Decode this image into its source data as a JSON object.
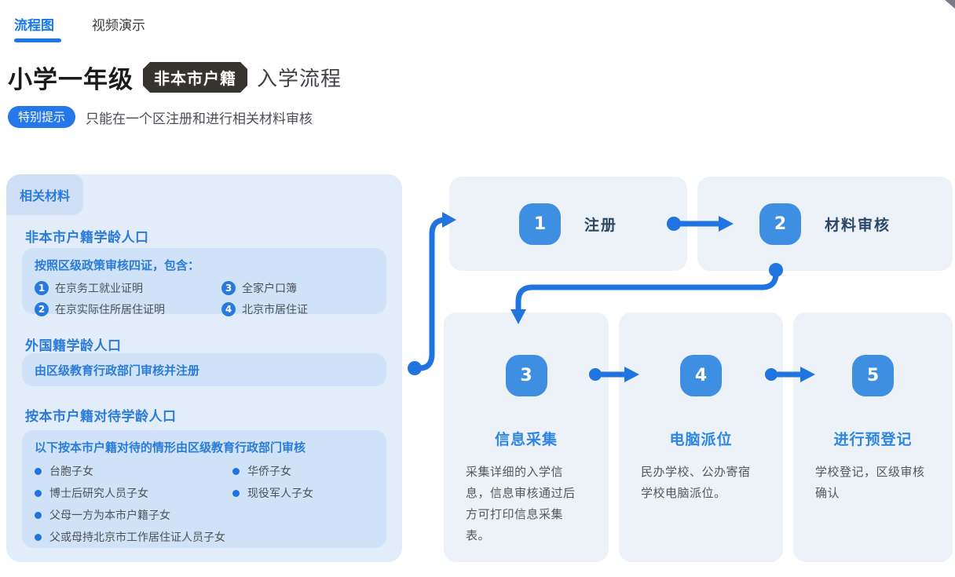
{
  "tabs": [
    {
      "label": "流程图",
      "active": true
    },
    {
      "label": "视频演示",
      "active": false
    }
  ],
  "header": {
    "title": "小学一年级",
    "title_badge": "非本市户籍",
    "title_suffix": "入学流程",
    "tip_badge": "特别提示",
    "tip_text": "只能在一个区注册和进行相关材料审核"
  },
  "materials": {
    "tab_label": "相关材料",
    "section1": {
      "heading": "非本市户籍学龄人口",
      "box_title": "按照区级政策审核四证，包含：",
      "items": [
        {
          "num": "1",
          "text": "在京务工就业证明"
        },
        {
          "num": "3",
          "text": "全家户口簿"
        },
        {
          "num": "2",
          "text": "在京实际住所居住证明"
        },
        {
          "num": "4",
          "text": "北京市居住证"
        }
      ]
    },
    "section2": {
      "heading": "外国籍学龄人口",
      "box_title": "由区级教育行政部门审核并注册"
    },
    "section3": {
      "heading": "按本市户籍对待学龄人口",
      "box_title": "以下按本市户籍对待的情形由区级教育行政部门审核",
      "bullets_col1": [
        "台胞子女",
        "博士后研究人员子女",
        "父母一方为本市户籍子女",
        "父或母持北京市工作居住证人员子女"
      ],
      "bullets_col2": [
        "华侨子女",
        "现役军人子女"
      ]
    }
  },
  "steps": [
    {
      "num": "1",
      "title": "注册"
    },
    {
      "num": "2",
      "title": "材料审核"
    },
    {
      "num": "3",
      "title": "信息采集",
      "desc": "采集详细的入学信息，信息审核通过后方可打印信息采集表。"
    },
    {
      "num": "4",
      "title": "电脑派位",
      "desc": "民办学校、公办寄宿学校电脑派位。"
    },
    {
      "num": "5",
      "title": "进行预登记",
      "desc": "学校登记，区级审核确认"
    }
  ],
  "colors": {
    "accent_blue": "#1f74e0",
    "step_badge_blue": "#3e8ee2",
    "heading_blue": "#2b7cd8",
    "row1_label_navy": "#2b4766",
    "panel_bg": "#e3edfa",
    "inner_box_bg": "#d0e2f7",
    "card_bg": "#edf2f8",
    "title_badge_bg": "#37332f",
    "tip_badge_bg": "#2478ea",
    "active_tab_blue": "#1778f0"
  }
}
